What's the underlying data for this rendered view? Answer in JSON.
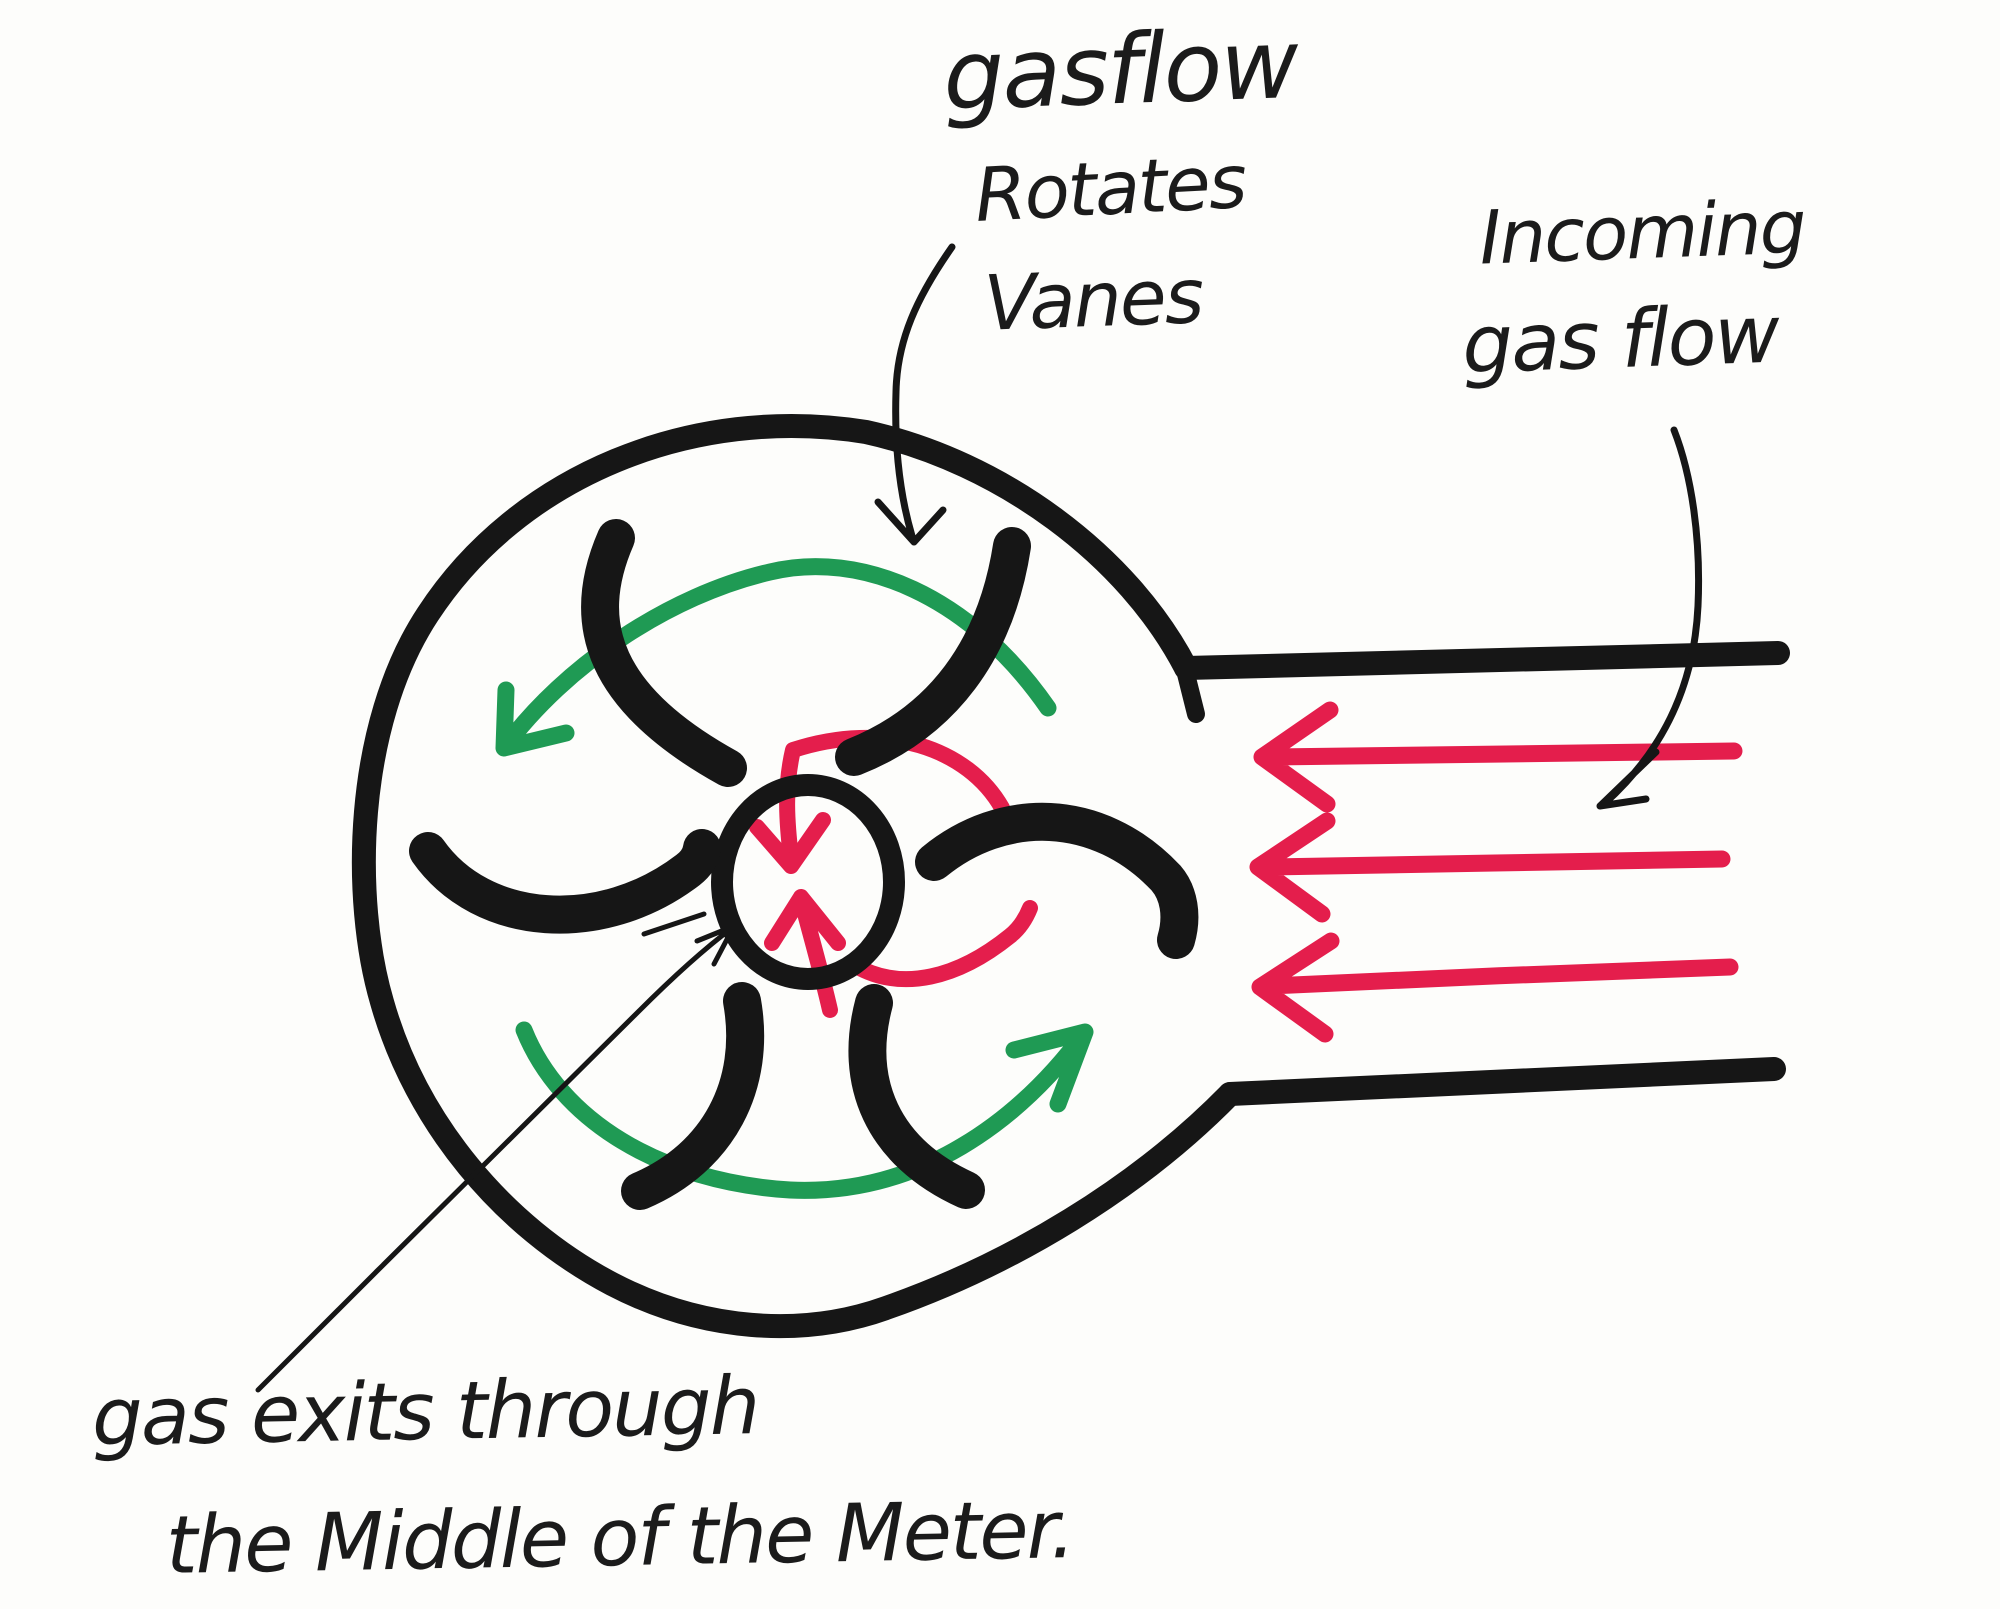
{
  "labels": {
    "rotation_note": [
      "gasflow",
      "Rotates",
      "Vanes"
    ],
    "incoming_note": [
      "Incoming",
      "gas flow"
    ],
    "exit_note": [
      "gas exits through",
      "the Middle of the Meter."
    ]
  },
  "colors": {
    "ink": "#161616",
    "flow_red": "#e41e4c",
    "rotation_green": "#1f9a54",
    "paper": "#fdfdfb"
  }
}
